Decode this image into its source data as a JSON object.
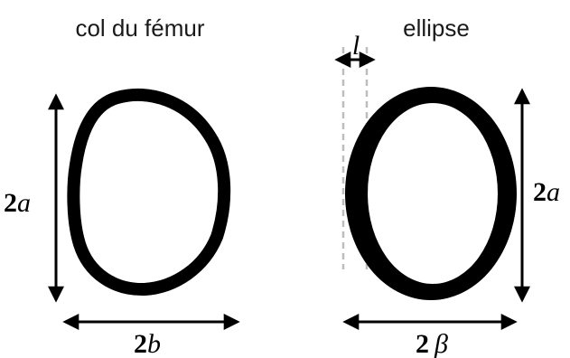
{
  "figure": {
    "left_panel": {
      "title": "col du fémur",
      "height_label": {
        "coefficient": "2",
        "symbol": "a"
      },
      "width_label": {
        "coefficient": "2",
        "symbol": "b"
      }
    },
    "right_panel": {
      "title": "ellipse",
      "thickness_label": "l",
      "height_label": {
        "coefficient": "2",
        "symbol": "a"
      },
      "width_label": {
        "coefficient": "2",
        "symbol": "β"
      }
    }
  },
  "colors": {
    "ink": "#000000",
    "guide": "#bdbdbd",
    "background": "#ffffff"
  }
}
